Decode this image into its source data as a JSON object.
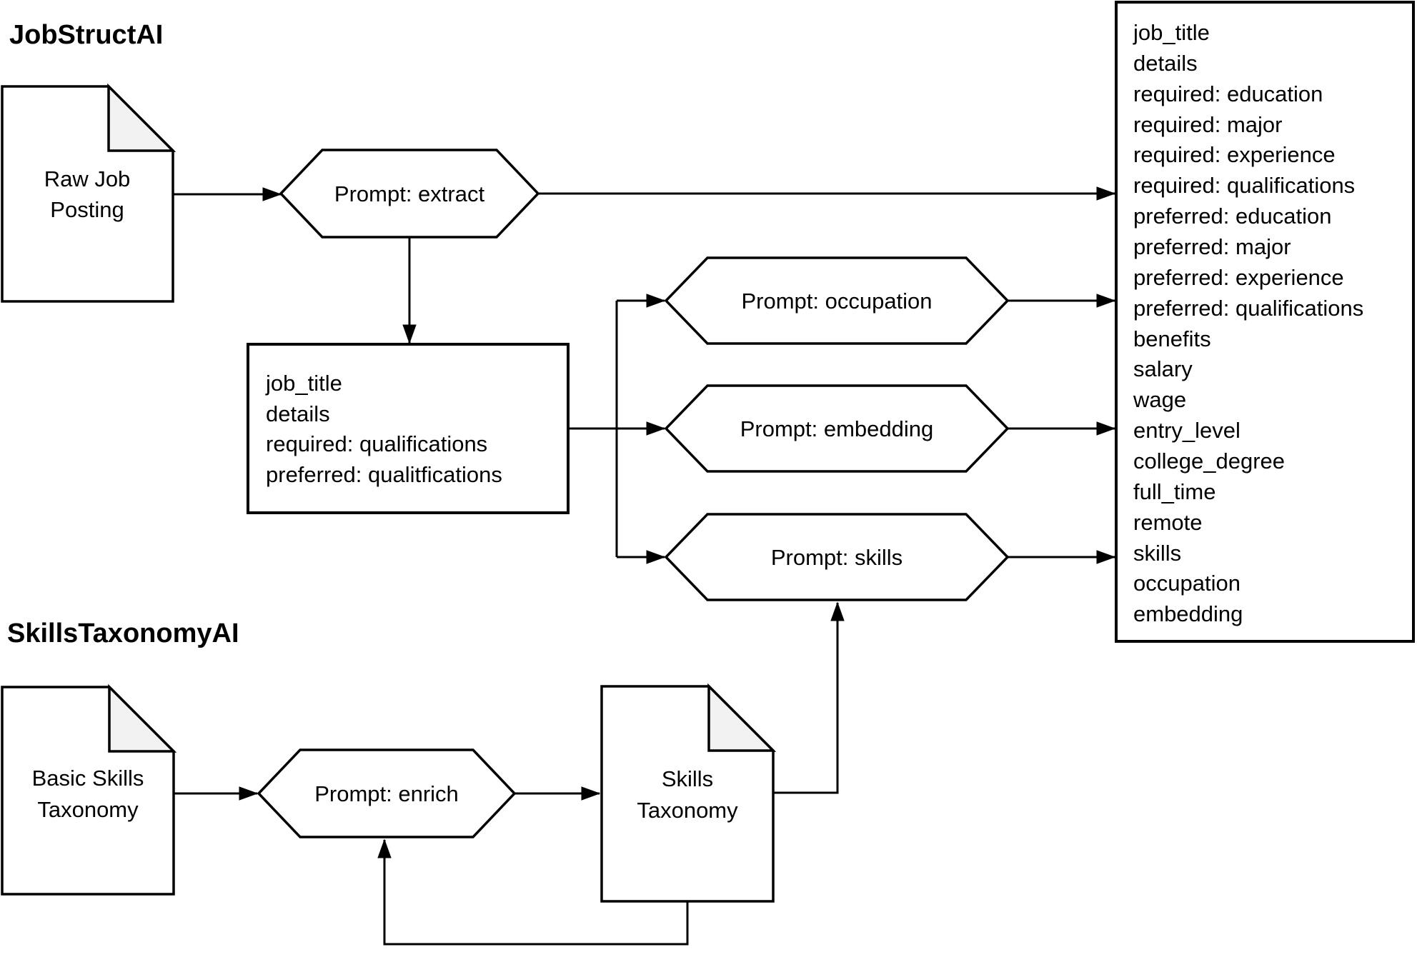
{
  "titles": {
    "job_struct": "JobStructAI",
    "skills_taxonomy": "SkillsTaxonomyAI"
  },
  "documents": {
    "raw_job": {
      "line1": "Raw Job",
      "line2": "Posting"
    },
    "basic_skills": {
      "line1": "Basic Skills",
      "line2": "Taxonomy"
    },
    "skills_taxonomy": {
      "line1": "Skills",
      "line2": "Taxonomy"
    }
  },
  "prompts": {
    "extract": "Prompt: extract",
    "occupation": "Prompt: occupation",
    "embedding": "Prompt: embedding",
    "skills": "Prompt: skills",
    "enrich": "Prompt: enrich"
  },
  "extracted_fields": {
    "lines": [
      "job_title",
      "details",
      "required: qualifications",
      "preferred: qualitfications"
    ]
  },
  "output_fields": {
    "lines": [
      "job_title",
      "details",
      "required: education",
      "required: major",
      "required: experience",
      "required: qualifications",
      "preferred: education",
      "preferred: major",
      "preferred: experience",
      "preferred: qualifications",
      "benefits",
      "salary",
      "wage",
      "entry_level",
      "college_degree",
      "full_time",
      "remote",
      "skills",
      "occupation",
      "embedding"
    ]
  },
  "colors": {
    "stroke": "#000000",
    "shape_fill": "#ffffff",
    "fold_fill": "#f2f2f2"
  }
}
